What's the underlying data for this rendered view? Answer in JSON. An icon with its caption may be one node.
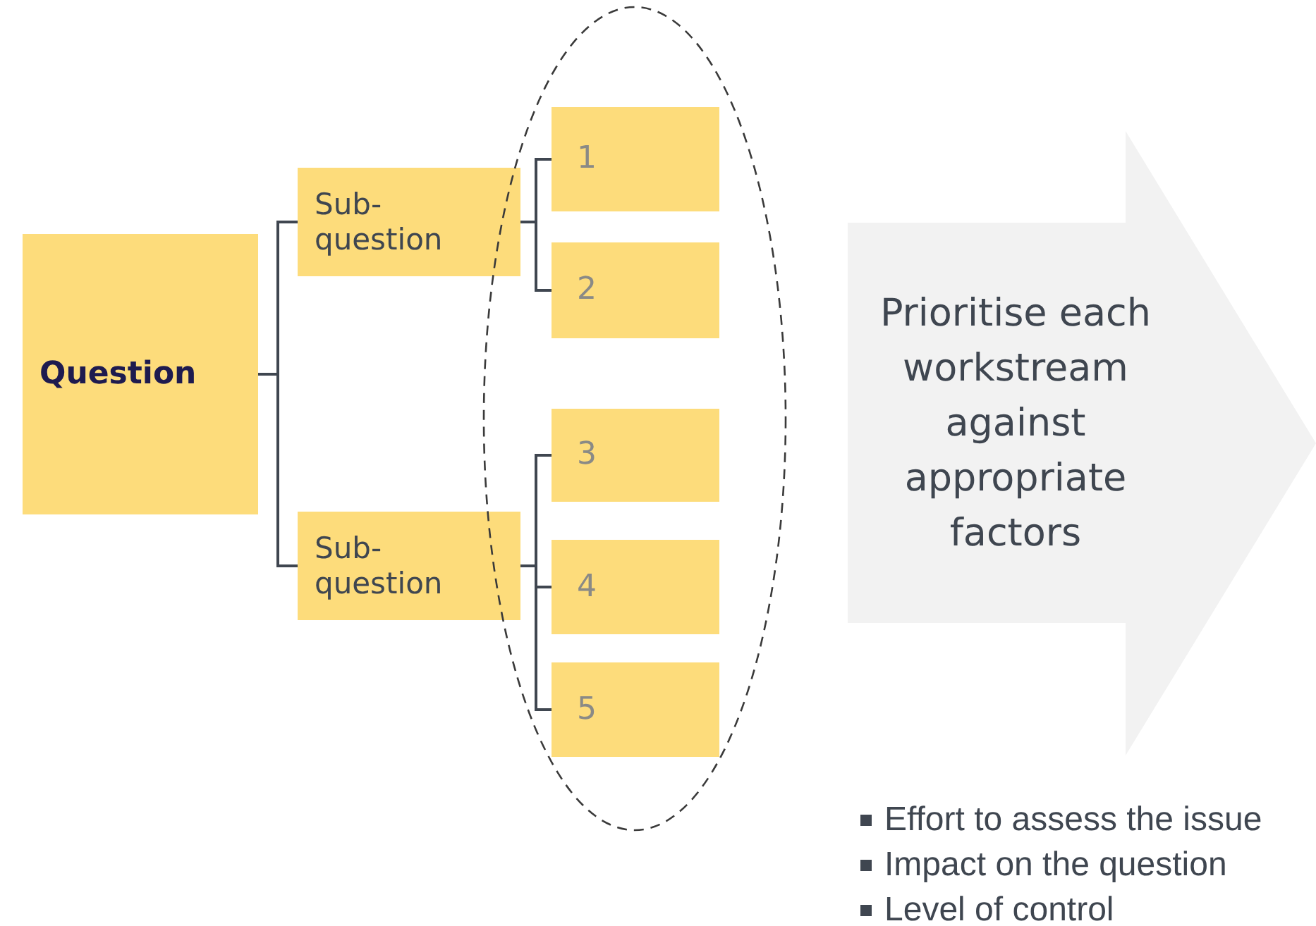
{
  "diagram": {
    "nodes": [
      {
        "text": [
          "Question"
        ]
      },
      {
        "text": [
          "Sub- question"
        ]
      },
      {
        "text": [
          "Sub- question"
        ]
      },
      {
        "text": [
          "1"
        ]
      },
      {
        "text": [
          "2"
        ]
      },
      {
        "text": [
          "3"
        ]
      },
      {
        "text": [
          "4"
        ]
      },
      {
        "text": [
          "5"
        ]
      },
      {
        "text": [
          "Prioritise each workstream against appropriate factors"
        ]
      }
    ],
    "edges": [
      {
        "from": 0,
        "to": 1,
        "arrow": "none"
      },
      {
        "from": 0,
        "to": 2,
        "arrow": "none"
      },
      {
        "from": 1,
        "to": 3,
        "arrow": "none"
      },
      {
        "from": 1,
        "to": 4,
        "arrow": "none"
      },
      {
        "from": 2,
        "to": 5,
        "arrow": "none"
      },
      {
        "from": 2,
        "to": 6,
        "arrow": "none"
      },
      {
        "from": 2,
        "to": 7,
        "arrow": "none"
      }
    ],
    "labels": [
      "Effort to assess the issue",
      "Impact on the question",
      "Level of control"
    ]
  }
}
